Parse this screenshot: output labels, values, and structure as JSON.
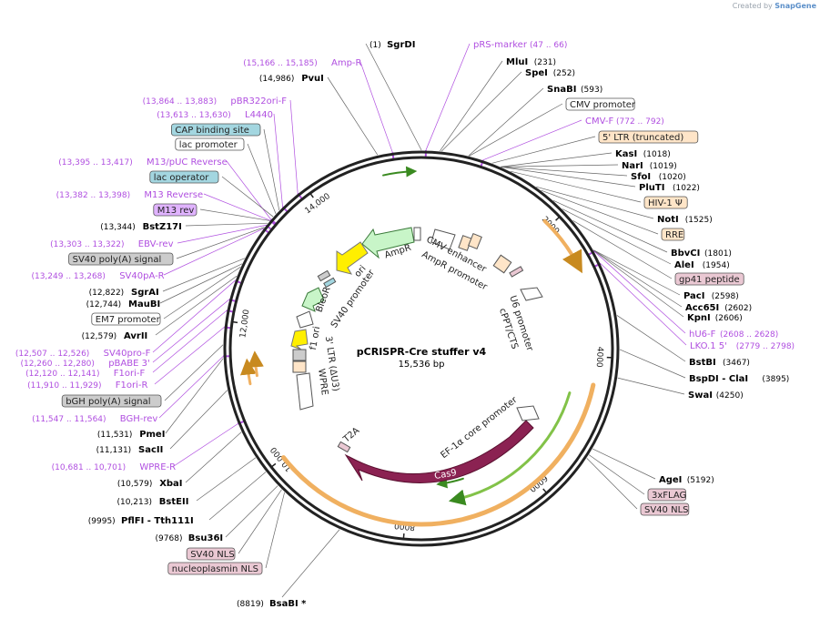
{
  "credit": {
    "prefix": "Created by",
    "brand": "SnapGene"
  },
  "plasmid": {
    "name": "pCRISPR-Cre stuffer v4",
    "length_label": "15,536 bp",
    "length": 15536
  },
  "ticks": [
    {
      "label": "2000",
      "pos": 2000
    },
    {
      "label": "4000",
      "pos": 4000
    },
    {
      "label": "6000",
      "pos": 6000
    },
    {
      "label": "8000",
      "pos": 8000
    },
    {
      "label": "10,000",
      "pos": 10000
    },
    {
      "label": "12,000",
      "pos": 12000
    },
    {
      "label": "14,000",
      "pos": 14000
    }
  ],
  "labels": {
    "right": [
      {
        "pre": "(1)",
        "name": "SgrDI",
        "post": "",
        "type": "enzyme",
        "pos": 1
      },
      {
        "pre": "",
        "name": "pRS-marker",
        "post": "(47 .. 66)",
        "type": "primer",
        "pos": 56
      },
      {
        "pre": "",
        "name": "MluI",
        "post": "(231)",
        "type": "enzyme",
        "pos": 231
      },
      {
        "pre": "",
        "name": "SpeI",
        "post": "(252)",
        "type": "enzyme",
        "pos": 252
      },
      {
        "pre": "",
        "name": "SnaBI",
        "post": "(593)",
        "type": "enzyme",
        "pos": 593
      },
      {
        "pre": "",
        "name": "CMV promoter",
        "post": "",
        "type": "feature-white",
        "pos": 600
      },
      {
        "pre": "",
        "name": "CMV-F",
        "post": "(772 .. 792)",
        "type": "primer",
        "pos": 782
      },
      {
        "pre": "",
        "name": "5' LTR (truncated)",
        "post": "",
        "type": "feature-peach",
        "pos": 900
      },
      {
        "pre": "",
        "name": "KasI",
        "post": "(1018)",
        "type": "enzyme",
        "pos": 1018
      },
      {
        "pre": "",
        "name": "NarI",
        "post": "(1019)",
        "type": "enzyme",
        "pos": 1019
      },
      {
        "pre": "",
        "name": "SfoI",
        "post": "(1020)",
        "type": "enzyme",
        "pos": 1020
      },
      {
        "pre": "",
        "name": "PluTI",
        "post": "(1022)",
        "type": "enzyme",
        "pos": 1022
      },
      {
        "pre": "",
        "name": "HIV-1 Ψ",
        "post": "",
        "type": "feature-peach",
        "pos": 1150
      },
      {
        "pre": "",
        "name": "NotI",
        "post": "(1525)",
        "type": "enzyme",
        "pos": 1525
      },
      {
        "pre": "",
        "name": "RRE",
        "post": "",
        "type": "feature-peach",
        "pos": 1600
      },
      {
        "pre": "",
        "name": "BbvCI",
        "post": "(1801)",
        "type": "enzyme",
        "pos": 1801
      },
      {
        "pre": "",
        "name": "AleI",
        "post": "(1954)",
        "type": "enzyme",
        "pos": 1954
      },
      {
        "pre": "",
        "name": "gp41 peptide",
        "post": "",
        "type": "feature-pink",
        "pos": 2150
      },
      {
        "pre": "",
        "name": "PacI",
        "post": "(2598)",
        "type": "enzyme",
        "pos": 2598
      },
      {
        "pre": "",
        "name": "Acc65I",
        "post": "(2602)",
        "type": "enzyme",
        "pos": 2602
      },
      {
        "pre": "",
        "name": "KpnI",
        "post": "(2606)",
        "type": "enzyme",
        "pos": 2606
      },
      {
        "pre": "",
        "name": "hU6-F",
        "post": "(2608 .. 2628)",
        "type": "primer",
        "pos": 2618
      },
      {
        "pre": "",
        "name": "LKO.1 5'",
        "post": "(2779 .. 2798)",
        "type": "primer",
        "pos": 2789
      },
      {
        "pre": "",
        "name": "BstBI",
        "post": "(3467)",
        "type": "enzyme",
        "pos": 3467
      },
      {
        "pre": "",
        "name": "BspDI - ClaI",
        "post": "(3895)",
        "type": "enzyme",
        "pos": 3895
      },
      {
        "pre": "",
        "name": "SwaI",
        "post": "(4250)",
        "type": "enzyme",
        "pos": 4250
      },
      {
        "pre": "",
        "name": "AgeI",
        "post": "(5192)",
        "type": "enzyme",
        "pos": 5192
      },
      {
        "pre": "",
        "name": "3xFLAG",
        "post": "",
        "type": "feature-pink",
        "pos": 5280
      },
      {
        "pre": "",
        "name": "SV40 NLS",
        "post": "",
        "type": "feature-pink",
        "pos": 5330
      }
    ],
    "left": [
      {
        "pre": "(15,166 .. 15,185)",
        "name": "Amp-R",
        "post": "",
        "type": "primer",
        "pos": 15175
      },
      {
        "pre": "(14,986)",
        "name": "PvuI",
        "post": "",
        "type": "enzyme",
        "pos": 14986
      },
      {
        "pre": "(13,864 .. 13,883)",
        "name": "pBR322ori-F",
        "post": "",
        "type": "primer",
        "pos": 13873
      },
      {
        "pre": "(13,613 .. 13,630)",
        "name": "L4440",
        "post": "",
        "type": "primer",
        "pos": 13621
      },
      {
        "pre": "",
        "name": "CAP binding site",
        "post": "",
        "type": "feature-blue",
        "pos": 13560
      },
      {
        "pre": "",
        "name": "lac promoter",
        "post": "",
        "type": "feature-white",
        "pos": 13500
      },
      {
        "pre": "(13,395 .. 13,417)",
        "name": "M13/pUC Reverse",
        "post": "",
        "type": "primer",
        "pos": 13406
      },
      {
        "pre": "",
        "name": "lac operator",
        "post": "",
        "type": "feature-blue",
        "pos": 13450
      },
      {
        "pre": "(13,382 .. 13,398)",
        "name": "M13 Reverse",
        "post": "",
        "type": "primer",
        "pos": 13390
      },
      {
        "pre": "",
        "name": "M13 rev",
        "post": "",
        "type": "feature-violet",
        "pos": 13385
      },
      {
        "pre": "(13,344)",
        "name": "BstZ17I",
        "post": "",
        "type": "enzyme",
        "pos": 13344
      },
      {
        "pre": "(13,303 .. 13,322)",
        "name": "EBV-rev",
        "post": "",
        "type": "primer",
        "pos": 13312
      },
      {
        "pre": "",
        "name": "SV40 poly(A) signal",
        "post": "",
        "type": "feature-gray",
        "pos": 13280
      },
      {
        "pre": "(13,249 .. 13,268)",
        "name": "SV40pA-R",
        "post": "",
        "type": "primer",
        "pos": 13258
      },
      {
        "pre": "(12,822)",
        "name": "SgrAI",
        "post": "",
        "type": "enzyme",
        "pos": 12822
      },
      {
        "pre": "(12,744)",
        "name": "MauBI",
        "post": "",
        "type": "enzyme",
        "pos": 12744
      },
      {
        "pre": "",
        "name": "EM7 promoter",
        "post": "",
        "type": "feature-white",
        "pos": 12700
      },
      {
        "pre": "(12,579)",
        "name": "AvrII",
        "post": "",
        "type": "enzyme",
        "pos": 12579
      },
      {
        "pre": "(12,507 .. 12,526)",
        "name": "SV40pro-F",
        "post": "",
        "type": "primer",
        "pos": 12516
      },
      {
        "pre": "(12,260 .. 12,280)",
        "name": "pBABE 3'",
        "post": "",
        "type": "primer",
        "pos": 12270
      },
      {
        "pre": "(12,120 .. 12,141)",
        "name": "F1ori-F",
        "post": "",
        "type": "primer",
        "pos": 12130
      },
      {
        "pre": "(11,910 .. 11,929)",
        "name": "F1ori-R",
        "post": "",
        "type": "primer",
        "pos": 11919
      },
      {
        "pre": "",
        "name": "bGH poly(A) signal",
        "post": "",
        "type": "feature-gray",
        "pos": 11700
      },
      {
        "pre": "(11,547 .. 11,564)",
        "name": "BGH-rev",
        "post": "",
        "type": "primer",
        "pos": 11555
      },
      {
        "pre": "(11,531)",
        "name": "PmeI",
        "post": "",
        "type": "enzyme",
        "pos": 11531
      },
      {
        "pre": "(11,131)",
        "name": "SacII",
        "post": "",
        "type": "enzyme",
        "pos": 11131
      },
      {
        "pre": "(10,681 .. 10,701)",
        "name": "WPRE-R",
        "post": "",
        "type": "primer",
        "pos": 10691
      },
      {
        "pre": "(10,579)",
        "name": "XbaI",
        "post": "",
        "type": "enzyme",
        "pos": 10579
      },
      {
        "pre": "(10,213)",
        "name": "BstEII",
        "post": "",
        "type": "enzyme",
        "pos": 10213
      },
      {
        "pre": "(9995)",
        "name": "PflFI - Tth111I",
        "post": "",
        "type": "enzyme",
        "pos": 9995
      },
      {
        "pre": "(9768)",
        "name": "Bsu36I",
        "post": "",
        "type": "enzyme",
        "pos": 9768
      },
      {
        "pre": "",
        "name": "SV40 NLS",
        "post": "",
        "type": "feature-pink",
        "pos": 9700
      },
      {
        "pre": "",
        "name": "nucleoplasmin NLS",
        "post": "",
        "type": "feature-pink",
        "pos": 9650
      }
    ],
    "bottom": [
      {
        "pre": "(8819)",
        "name": "BsaBI *",
        "post": "",
        "type": "enzyme",
        "pos": 8819
      }
    ]
  },
  "inner_labels": {
    "cmv_enhancer": "CMV enhancer",
    "ampr": "AmpR",
    "ampr_promoter": "AmpR promoter",
    "ori": "ori",
    "sv40_promoter": "SV40 promoter",
    "bleor": "BleoR",
    "f1_ori": "f1 ori",
    "ltr3": "3' LTR (ΔU3)",
    "wpre": "WPRE",
    "u6_promoter": "U6 promoter",
    "cppt": "cPPT/CTS",
    "ef1a": "EF-1α core promoter",
    "cas9": "Cas9",
    "t2a": "T2A"
  },
  "colors": {
    "enzyme": "#000000",
    "primer": "#b04fe0",
    "cas9": "#8b2252",
    "ampr": "#c8f5c8",
    "ori": "#ffef00",
    "feature_peach": "#ffe5c8",
    "feature_pink": "#eac8d3",
    "feature_blue": "#a3d6e0",
    "feature_gray": "#cccccc",
    "feature_violet": "#e0b3ff",
    "arc_orange": "#f0b060",
    "arc_green": "#82c248"
  }
}
